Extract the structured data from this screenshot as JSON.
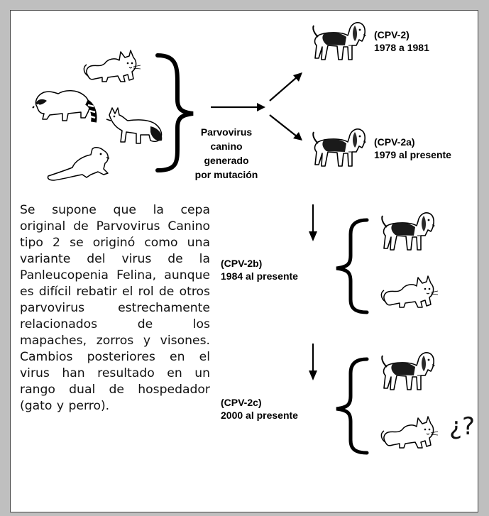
{
  "center_label": [
    "Parvovirus",
    "canino",
    "generado",
    "por mutación"
  ],
  "variants": [
    {
      "name": "(CPV-2)",
      "period": "1978 a 1981"
    },
    {
      "name": "(CPV-2a)",
      "period": "1979 al presente"
    },
    {
      "name": "(CPV-2b)",
      "period": "1984 al presente"
    },
    {
      "name": "(CPV-2c)",
      "period": "2000 al presente"
    }
  ],
  "description": "Se supone que la cepa original de Parvovirus Canino tipo 2 se originó como una variante del virus de la Panleucopenia Felina, aunque es difícil rebatir el rol de otros parvovirus estrechamente relacionados de los mapaches, zorros y visones. Cambios posteriores en el virus han resultado en un rango dual de hospedador (gato y perro).",
  "question_mark": "¿?",
  "colors": {
    "background": "#bfbfbf",
    "card": "#ffffff",
    "ink": "#111111"
  }
}
